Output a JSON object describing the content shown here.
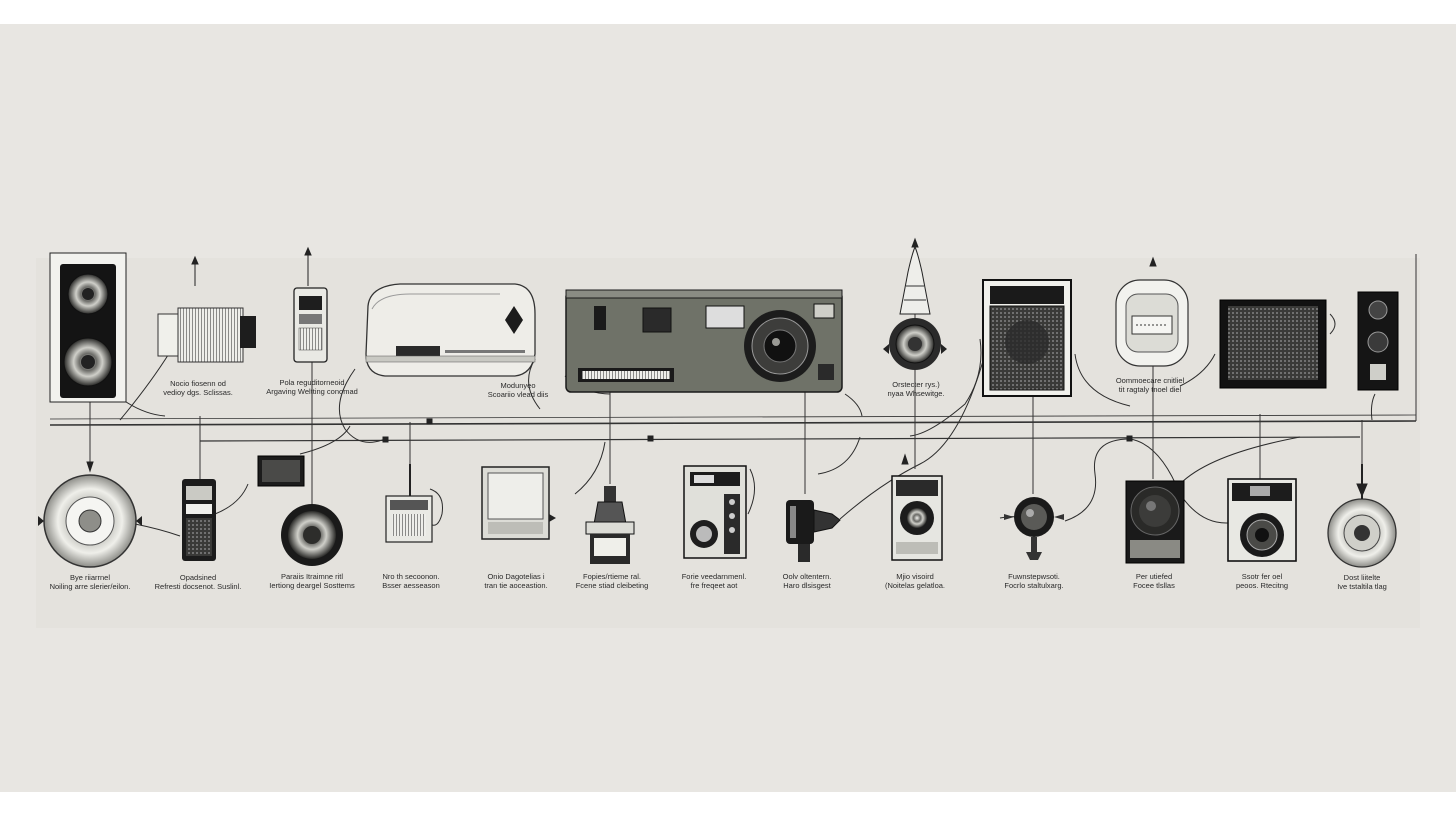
{
  "colors": {
    "paper": "#e8e6e2",
    "sheet": "#e4e2dd",
    "ink": "#1a1a1a",
    "accent": "#6f7268"
  },
  "top_row": [
    {
      "icon": "floor-speaker-icon",
      "line1": "",
      "line2": ""
    },
    {
      "icon": "slide-projector-icon",
      "line1": "Nocio fiosenn od",
      "line2": "vedioy dgs. Sclissas."
    },
    {
      "icon": "portable-radio-icon",
      "line1": "Pola reguditorneoid",
      "line2": "Argaving Weltting conomad"
    },
    {
      "icon": "cassette-deck-icon",
      "line1": "Modunyeo",
      "line2": "Scoariio vlead diis"
    },
    {
      "icon": "vintage-camera-icon",
      "line1": "",
      "line2": ""
    },
    {
      "icon": "microphone-icon",
      "line1": "Orstecter rys.)",
      "line2": "nyaa Whsewitge."
    },
    {
      "icon": "television-icon",
      "line1": "",
      "line2": ""
    },
    {
      "icon": "clock-radio-icon",
      "line1": "Oommoecare cnitliel",
      "line2": "tit ragtaly tnoel diel"
    },
    {
      "icon": "monitor-icon",
      "line1": "",
      "line2": ""
    },
    {
      "icon": "small-speaker-icon",
      "line1": "",
      "line2": ""
    }
  ],
  "bottom_row": [
    {
      "icon": "dish-speaker-icon",
      "line1": "Bye riiarrnel",
      "line2": "Noiling arre slerier/eilon."
    },
    {
      "icon": "handheld-radio-icon",
      "line1": "Opadsined",
      "line2": "Refresti docsenot. Suslinl."
    },
    {
      "icon": "round-speaker-icon",
      "line1": "Paraiis Itraimne ritl",
      "line2": "Iertiong deargel Sosttems"
    },
    {
      "icon": "transistor-box-icon",
      "line1": "Nro th secoonon.",
      "line2": "Bsser aesseason"
    },
    {
      "icon": "tablet-device-icon",
      "line1": "Onio Dagotelias i",
      "line2": "tran tie aoceastion."
    },
    {
      "icon": "gramophone-icon",
      "line1": "Fopies/rtieme ral.",
      "line2": "Fcene stiad cleibeting"
    },
    {
      "icon": "reel-recorder-icon",
      "line1": "Forie veedarnmenl.",
      "line2": "fre freqeet aot"
    },
    {
      "icon": "hand-drill-icon",
      "line1": "Oolv oltentern.",
      "line2": "Haro dlsisgest"
    },
    {
      "icon": "box-camera-icon",
      "line1": "Mjio visoird",
      "line2": "(Noitelas gelatloa."
    },
    {
      "icon": "lens-probe-icon",
      "line1": "Fuwnstepwsoti.",
      "line2": "Focrlo staltulxarg."
    },
    {
      "icon": "loudspeaker-cabinet-icon",
      "line1": "Per utiefed",
      "line2": "Focee tlsllas"
    },
    {
      "icon": "retro-camera-icon",
      "line1": "Ssotr fer oel",
      "line2": "peoos. Rtecitng"
    },
    {
      "icon": "horn-speaker-icon",
      "line1": "Dost liitelte",
      "line2": "Ive tstaltila tlag"
    }
  ]
}
